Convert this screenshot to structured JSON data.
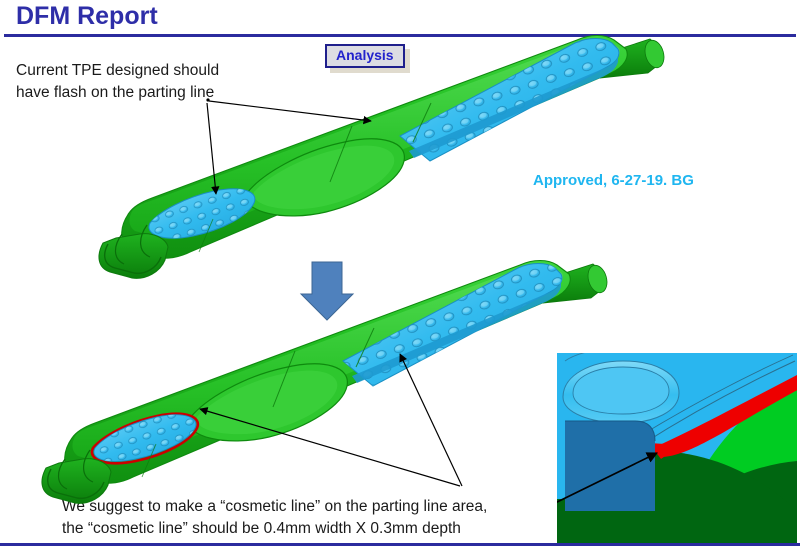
{
  "document": {
    "title": "DFM Report",
    "title_color": "#2e2ea8",
    "rule_color": "#2b2b9e",
    "background": "#ffffff"
  },
  "callout": {
    "analysis_label": "Analysis",
    "box_fill": "#dcdce3",
    "box_border": "#1f1f8c",
    "text_color": "#2222cc"
  },
  "annotations": {
    "top_note_line1": "Current TPE designed should",
    "top_note_line2": "have flash on the parting line",
    "bottom_note_line1": "We suggest to make a “cosmetic line” on the parting line area,",
    "bottom_note_line2": "the “cosmetic line” should be 0.4mm width X 0.3mm depth",
    "approved_stamp": "Approved, 6-27-19. BG",
    "approved_color": "#1fb6f0"
  },
  "model_colors": {
    "handle_green": "#1eb81e",
    "handle_green_dark": "#169416",
    "handle_green_light": "#44d544",
    "tpe_cyan": "#29b6ef",
    "tpe_cyan_dark": "#1a93c7",
    "tpe_cyan_light": "#6fd3f6",
    "cosmetic_line_red": "#cc0000",
    "edge_line": "#2b5f7a",
    "arrow_black": "#000000",
    "process_arrow_blue": "#4f81bd"
  },
  "inset_detail": {
    "label": "parting-line-close-up",
    "face_cyan": "#29b6ef",
    "face_cyan_light": "#5fcdf5",
    "face_blue_dark": "#1f6fa8",
    "face_green_bright": "#00cc22",
    "face_green_dark": "#006611",
    "parting_line_red": "#ee0000"
  },
  "figures": {
    "top_model_caption": "current-tpe-design",
    "bottom_model_caption": "suggested-cosmetic-line-design",
    "process_arrow": "down-arrow"
  }
}
